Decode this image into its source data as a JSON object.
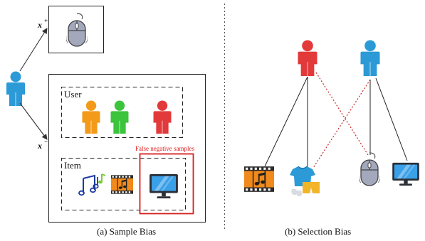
{
  "sample_bias": {
    "caption": "(a) Sample Bias",
    "positive_label": "x",
    "positive_sup": "+",
    "negative_label": "x",
    "negative_sup": "−",
    "user_box_label": "User",
    "item_box_label": "Item",
    "false_negative_label": "False negative samples"
  },
  "selection_bias": {
    "caption": "(b) Selection Bias"
  },
  "colors": {
    "user_blue": "#2b9ad6",
    "user_orange": "#f39a1a",
    "user_green": "#3cc43c",
    "user_red": "#e23a3a",
    "highlight_red": "#d81f1f",
    "dashed_link_red": "#c62828",
    "mouse_body": "#9aa0b6"
  },
  "icons": {
    "source_user": "person-icon",
    "mouse": "computer-mouse-icon",
    "music": "music-notes-icon",
    "film": "film-strip-icon",
    "monitor": "monitor-icon",
    "clothes": "clothing-icon"
  }
}
